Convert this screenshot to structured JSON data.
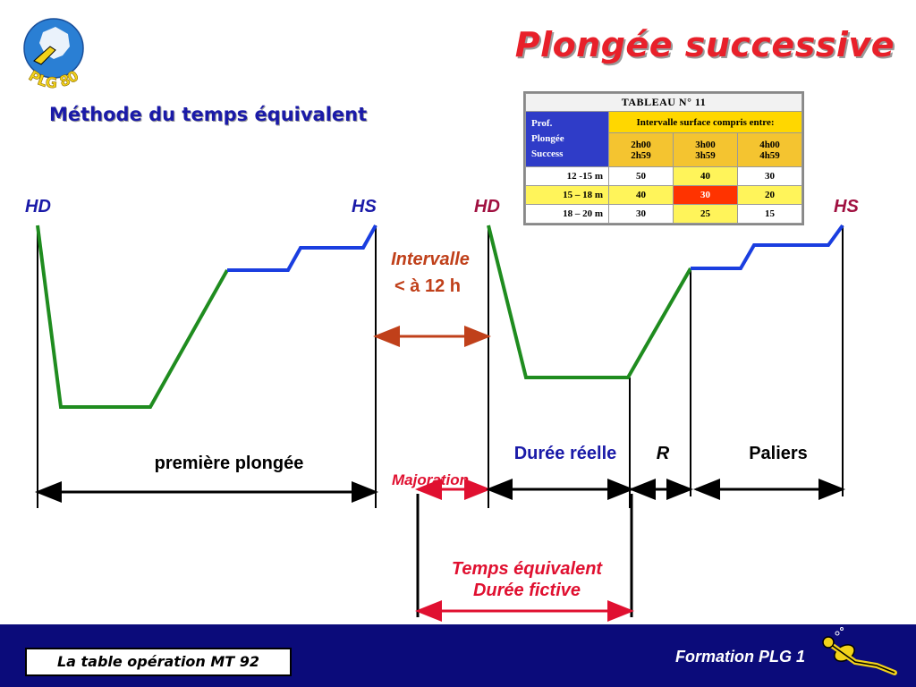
{
  "title": "Plongée successive",
  "subtitle": "Méthode du temps équivalent",
  "logo": {
    "text": "PLG 80",
    "icon": "diver-logo-icon"
  },
  "colors": {
    "title": "#e8202a",
    "subtitle": "#1a1aa8",
    "descent": "#1f8c1f",
    "ascent_stop": "#1a3ee0",
    "interval": "#c0401a",
    "majoration": "#e01030",
    "footer": "#0b0b7a",
    "time_label": "#1a1aa8",
    "red_label": "#e01030"
  },
  "diagram": {
    "hd1": "HD",
    "hs1": "HS",
    "hd2": "HD",
    "hs2": "HS",
    "interval_line1": "Intervalle",
    "interval_line2": "< à 12 h",
    "premiere": "première plongée",
    "majoration": "Majoration",
    "duree_reelle": "Durée réelle",
    "r": "R",
    "paliers": "Paliers",
    "temps_equivalent": "Temps équivalent",
    "duree_fictive": "Durée fictive"
  },
  "table": {
    "caption": "TABLEAU N° 11",
    "prof_lines": [
      "Prof.",
      "Plongée",
      "Success"
    ],
    "interval_header": "Intervalle surface compris entre:",
    "intervals": [
      [
        "2h00",
        "2h59"
      ],
      [
        "3h00",
        "3h59"
      ],
      [
        "4h00",
        "4h59"
      ]
    ],
    "rows": [
      {
        "depth": "12 -15 m",
        "values": [
          "50",
          "40",
          "30"
        ]
      },
      {
        "depth": "15 – 18 m",
        "values": [
          "40",
          "30",
          "20"
        ]
      },
      {
        "depth": "18 – 20 m",
        "values": [
          "30",
          "25",
          "15"
        ]
      }
    ]
  },
  "footer": {
    "left": "La table opération MT 92",
    "right": "Formation PLG 1",
    "icon": "diver-icon"
  }
}
